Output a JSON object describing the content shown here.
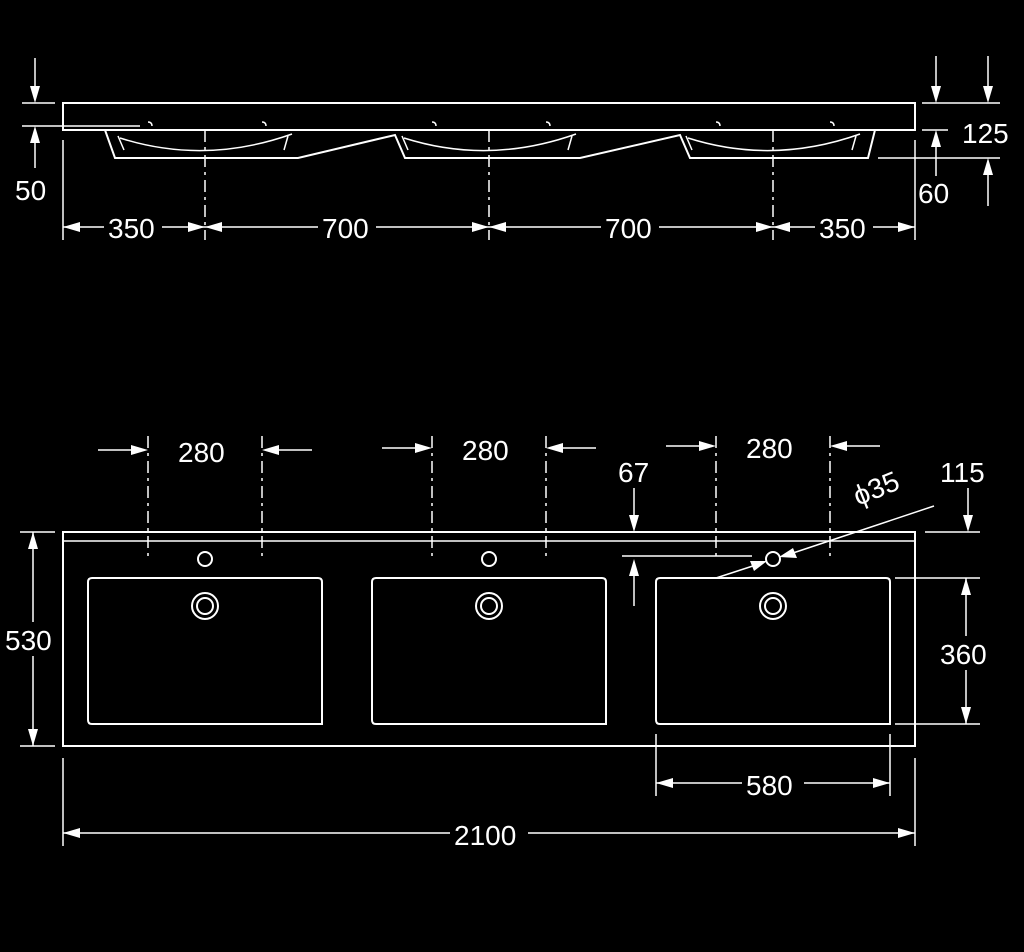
{
  "side_view": {
    "height_left": "50",
    "height_total": "125",
    "height_bowl": "60",
    "span_end_left": "350",
    "span_mid_1": "700",
    "span_mid_2": "700",
    "span_end_right": "350"
  },
  "top_view": {
    "hole_spacing_1": "280",
    "hole_spacing_2": "280",
    "hole_spacing_3": "280",
    "hole_offset": "67",
    "hole_diameter": "ϕ35",
    "edge_offset": "115",
    "depth_total": "530",
    "bowl_depth": "360",
    "bowl_width": "580",
    "total_width": "2100"
  }
}
